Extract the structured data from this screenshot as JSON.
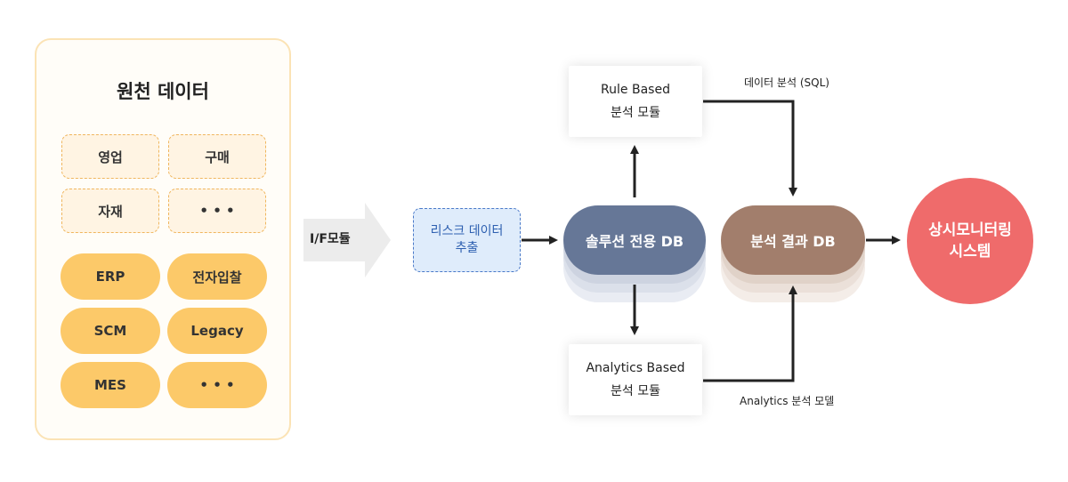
{
  "source": {
    "title": "원천 데이터",
    "dashed_items": [
      "영업",
      "구매",
      "자재",
      "• • •"
    ],
    "pill_items": [
      "ERP",
      "전자입찰",
      "SCM",
      "Legacy",
      "MES",
      "• • •"
    ]
  },
  "interface": {
    "label": "I/F모듈"
  },
  "extract": {
    "line1": "리스크 데이터",
    "line2": "추출"
  },
  "solution_db": {
    "label": "솔루션 전용 DB",
    "color": "#667797"
  },
  "rule_module": {
    "line1": "Rule Based",
    "line2": "분석 모듈"
  },
  "analytics_module": {
    "line1": "Analytics Based",
    "line2": "분석 모듈"
  },
  "result_db": {
    "label": "분석 결과 DB",
    "color": "#a27e6c"
  },
  "monitor": {
    "line1": "상시모니터링",
    "line2": "시스템",
    "color": "#ef6b6b"
  },
  "notes": {
    "sql": "데이터 분석 (SQL)",
    "analytics": "Analytics 분석 모델"
  }
}
